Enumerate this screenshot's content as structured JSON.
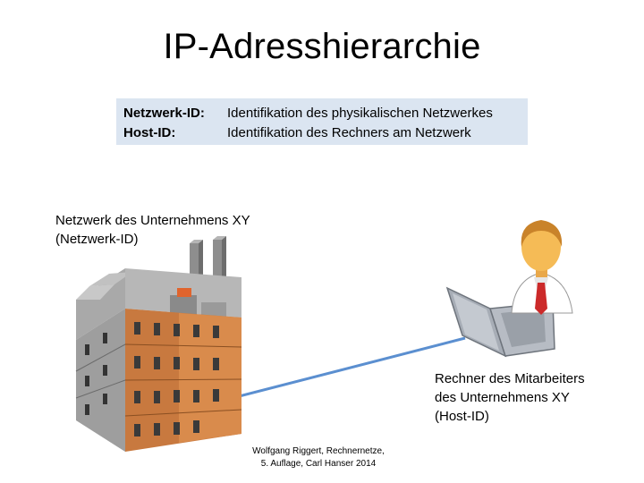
{
  "title": "IP-Adresshierarchie",
  "definitions": [
    {
      "key": "Netzwerk-ID:",
      "value": "Identifikation des physikalischen Netzwerkes"
    },
    {
      "key": "Host-ID:",
      "value": "Identifikation des Rechners am Netzwerk"
    }
  ],
  "network_label": {
    "line1": "Netzwerk des Unternehmens XY",
    "line2": "(Netzwerk-ID)"
  },
  "host_label": {
    "line1": "Rechner des Mitarbeiters",
    "line2": "des Unternehmens XY",
    "line3": "(Host-ID)"
  },
  "citation": {
    "line1": "Wolfgang Riggert, Rechnernetze,",
    "line2": "5. Auflage, Carl Hanser 2014"
  },
  "colors": {
    "definition_box": "#dbe5f1",
    "connection_line": "#5b8fd0",
    "factory_front": "#c8793f",
    "factory_side": "#a9a9a9",
    "chimney": "#8e8e8e",
    "person_skin": "#f5bb56",
    "person_hair": "#c9832a",
    "tie": "#cc2a2a",
    "laptop": "#b7bcc4"
  },
  "icons": [
    "factory-icon",
    "person-icon",
    "laptop-icon"
  ]
}
